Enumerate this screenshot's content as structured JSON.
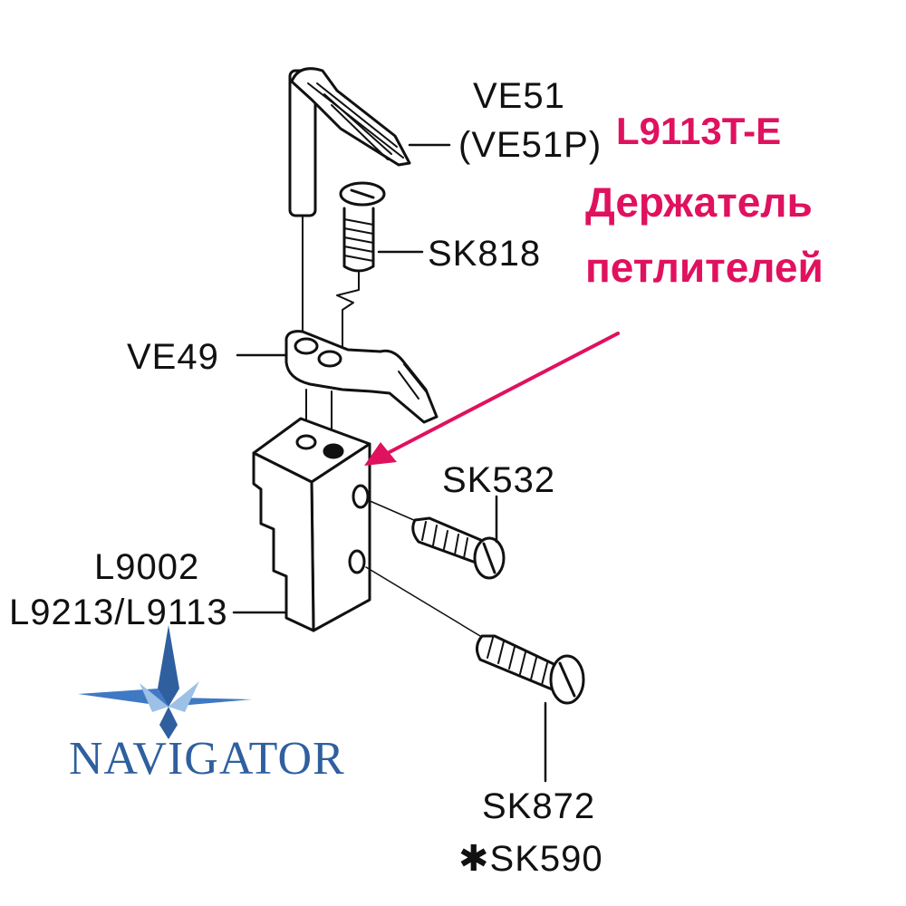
{
  "parts": {
    "ve51": "VE51",
    "ve51p": "(VE51P)",
    "sk818": "SK818",
    "ve49": "VE49",
    "sk532": "SK532",
    "l9002": "L9002",
    "l9213_l9113": "L9213/L9113",
    "sk872": "SK872",
    "sk590": "✱SK590"
  },
  "annotation": {
    "code": "L9113T-E",
    "line1": "Держатель",
    "line2": "петлителей",
    "color": "#e0115f"
  },
  "logo": {
    "text": "NAVIGATOR",
    "color": "#2f5f9f"
  }
}
